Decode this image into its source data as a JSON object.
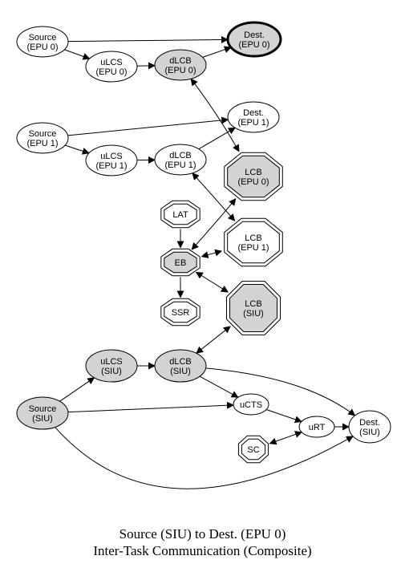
{
  "diagram": {
    "colors": {
      "gray": "#d3d3d3",
      "white": "#ffffff",
      "stroke": "#000000"
    },
    "nodes": [
      {
        "id": "src0",
        "shape": "ellipse",
        "lines": [
          "Source",
          "(EPU 0)"
        ],
        "fill": "white"
      },
      {
        "id": "dest0",
        "shape": "ellipse",
        "lines": [
          "Dest.",
          "(EPU 0)"
        ],
        "fill": "gray",
        "bold": true
      },
      {
        "id": "ulcs0",
        "shape": "ellipse",
        "lines": [
          "uLCS",
          "(EPU 0)"
        ],
        "fill": "white"
      },
      {
        "id": "dlcb0",
        "shape": "ellipse",
        "lines": [
          "dLCB",
          "(EPU 0)"
        ],
        "fill": "gray"
      },
      {
        "id": "src1",
        "shape": "ellipse",
        "lines": [
          "Source",
          "(EPU 1)"
        ],
        "fill": "white"
      },
      {
        "id": "dest1",
        "shape": "ellipse",
        "lines": [
          "Dest.",
          "(EPU 1)"
        ],
        "fill": "white"
      },
      {
        "id": "ulcs1",
        "shape": "ellipse",
        "lines": [
          "uLCS",
          "(EPU 1)"
        ],
        "fill": "white"
      },
      {
        "id": "dlcb1",
        "shape": "ellipse",
        "lines": [
          "dLCB",
          "(EPU 1)"
        ],
        "fill": "white"
      },
      {
        "id": "lcb0",
        "shape": "octagon",
        "lines": [
          "LCB",
          "(EPU 0)"
        ],
        "fill": "gray"
      },
      {
        "id": "lat",
        "shape": "octagon",
        "lines": [
          "LAT"
        ],
        "fill": "white"
      },
      {
        "id": "lcb1",
        "shape": "octagon",
        "lines": [
          "LCB",
          "(EPU 1)"
        ],
        "fill": "white"
      },
      {
        "id": "eb",
        "shape": "octagon",
        "lines": [
          "EB"
        ],
        "fill": "gray"
      },
      {
        "id": "ssr",
        "shape": "octagon",
        "lines": [
          "SSR"
        ],
        "fill": "white"
      },
      {
        "id": "lcbsiu",
        "shape": "octagon",
        "lines": [
          "LCB",
          "(SIU)"
        ],
        "fill": "gray"
      },
      {
        "id": "ulcssiu",
        "shape": "ellipse",
        "lines": [
          "uLCS",
          "(SIU)"
        ],
        "fill": "gray"
      },
      {
        "id": "dlcbsiu",
        "shape": "ellipse",
        "lines": [
          "dLCB",
          "(SIU)"
        ],
        "fill": "gray"
      },
      {
        "id": "srcsiu",
        "shape": "ellipse",
        "lines": [
          "Source",
          "(SIU)"
        ],
        "fill": "gray"
      },
      {
        "id": "ucts",
        "shape": "ellipse",
        "lines": [
          "uCTS"
        ],
        "fill": "white"
      },
      {
        "id": "urt",
        "shape": "ellipse",
        "lines": [
          "uRT"
        ],
        "fill": "white"
      },
      {
        "id": "destsiu",
        "shape": "ellipse",
        "lines": [
          "Dest.",
          "(SIU)"
        ],
        "fill": "white"
      },
      {
        "id": "sc",
        "shape": "octagon",
        "lines": [
          "SC"
        ],
        "fill": "white"
      }
    ],
    "edges": [
      {
        "from": "src0",
        "to": "dest0",
        "dir": "forward"
      },
      {
        "from": "src0",
        "to": "ulcs0",
        "dir": "forward"
      },
      {
        "from": "ulcs0",
        "to": "dlcb0",
        "dir": "forward"
      },
      {
        "from": "dlcb0",
        "to": "dest0",
        "dir": "forward"
      },
      {
        "from": "dlcb0",
        "to": "lcb0",
        "dir": "both"
      },
      {
        "from": "src1",
        "to": "dest1",
        "dir": "forward"
      },
      {
        "from": "src1",
        "to": "ulcs1",
        "dir": "forward"
      },
      {
        "from": "ulcs1",
        "to": "dlcb1",
        "dir": "forward"
      },
      {
        "from": "dlcb1",
        "to": "dest1",
        "dir": "forward"
      },
      {
        "from": "dlcb1",
        "to": "lcb1",
        "dir": "both"
      },
      {
        "from": "lat",
        "to": "eb",
        "dir": "forward"
      },
      {
        "from": "eb",
        "to": "lcb0",
        "dir": "both"
      },
      {
        "from": "eb",
        "to": "lcb1",
        "dir": "both"
      },
      {
        "from": "eb",
        "to": "ssr",
        "dir": "forward"
      },
      {
        "from": "eb",
        "to": "lcbsiu",
        "dir": "both"
      },
      {
        "from": "dlcbsiu",
        "to": "lcbsiu",
        "dir": "both"
      },
      {
        "from": "ulcssiu",
        "to": "dlcbsiu",
        "dir": "forward"
      },
      {
        "from": "srcsiu",
        "to": "ulcssiu",
        "dir": "forward"
      },
      {
        "from": "srcsiu",
        "to": "ucts",
        "dir": "forward"
      },
      {
        "from": "srcsiu",
        "to": "destsiu",
        "dir": "forward"
      },
      {
        "from": "dlcbsiu",
        "to": "ucts",
        "dir": "forward"
      },
      {
        "from": "dlcbsiu",
        "to": "destsiu",
        "dir": "forward"
      },
      {
        "from": "ucts",
        "to": "urt",
        "dir": "forward"
      },
      {
        "from": "urt",
        "to": "destsiu",
        "dir": "forward"
      },
      {
        "from": "sc",
        "to": "urt",
        "dir": "both"
      }
    ]
  },
  "caption": {
    "line1": "Source (SIU) to Dest. (EPU 0)",
    "line2": "Inter-Task Communication (Composite)"
  }
}
